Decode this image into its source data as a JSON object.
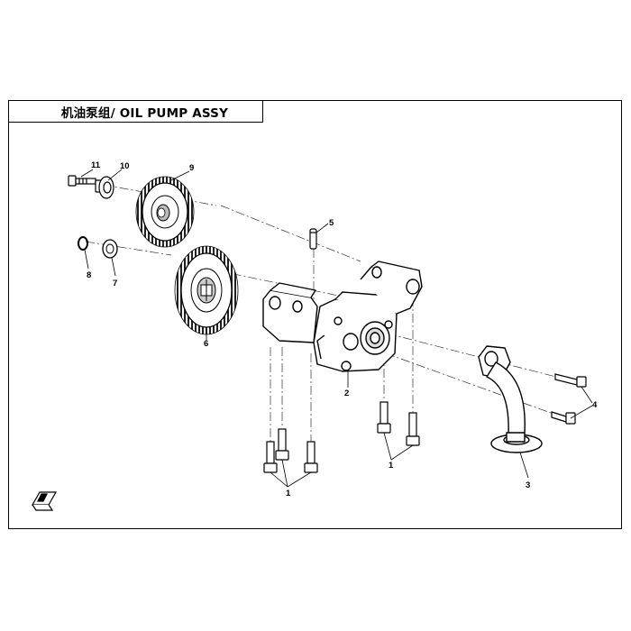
{
  "title": "机油泵组/ OIL PUMP ASSY",
  "callouts": {
    "c1a": "1",
    "c1b": "1",
    "c2": "2",
    "c3": "3",
    "c4": "4",
    "c5": "5",
    "c6": "6",
    "c7": "7",
    "c8": "8",
    "c9": "9",
    "c10": "10",
    "c11": "11"
  },
  "icons": {
    "corner": "direction-arrow-icon"
  }
}
